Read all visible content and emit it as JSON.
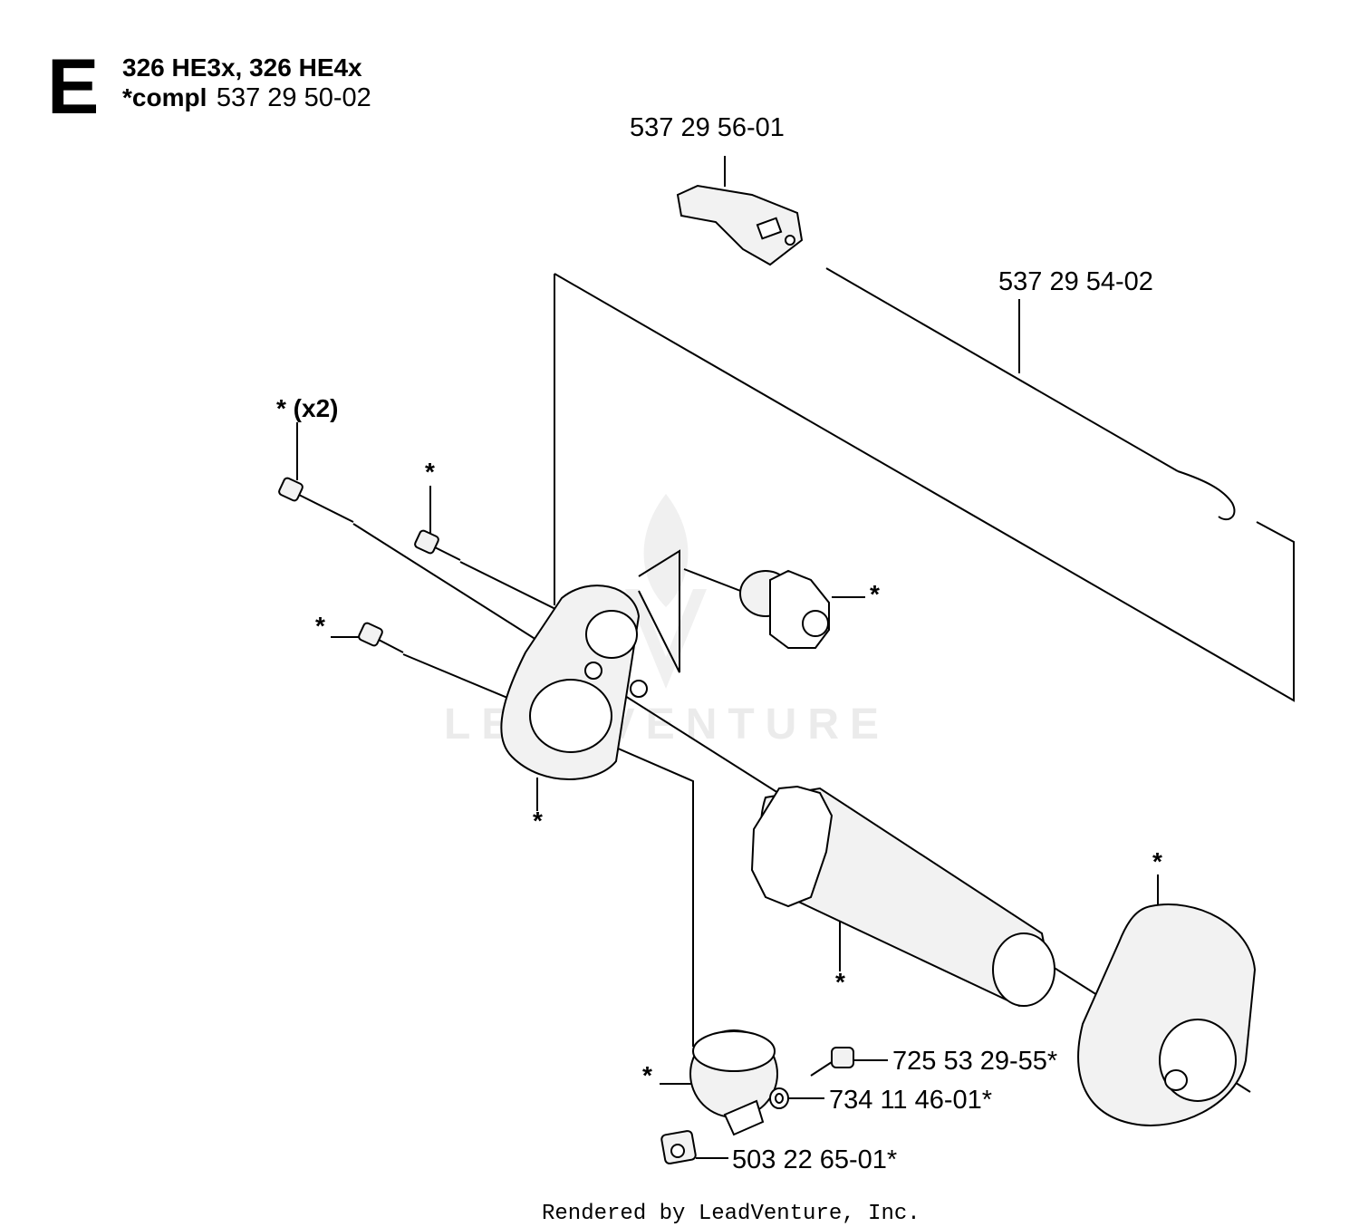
{
  "header": {
    "section_letter": "E",
    "models": "326 HE3x, 326 HE4x",
    "compl_prefix": "*compl",
    "compl_number": "537 29 50-02"
  },
  "labels": {
    "lever": "537 29 56-01",
    "cable": "537 29 54-02",
    "screw_x2": "* (x2)",
    "screw_upper": "*",
    "screw_left": "*",
    "gear": "*",
    "housing_plate": "*",
    "handle_sleeve": "*",
    "end_cap": "*",
    "clamp": "*",
    "clamp_screw": "725 53 29-55*",
    "washer": "734 11 46-01*",
    "nut": "503 22 65-01*"
  },
  "watermark": "LEADVENTURE",
  "footer": "Rendered by LeadVenture, Inc."
}
